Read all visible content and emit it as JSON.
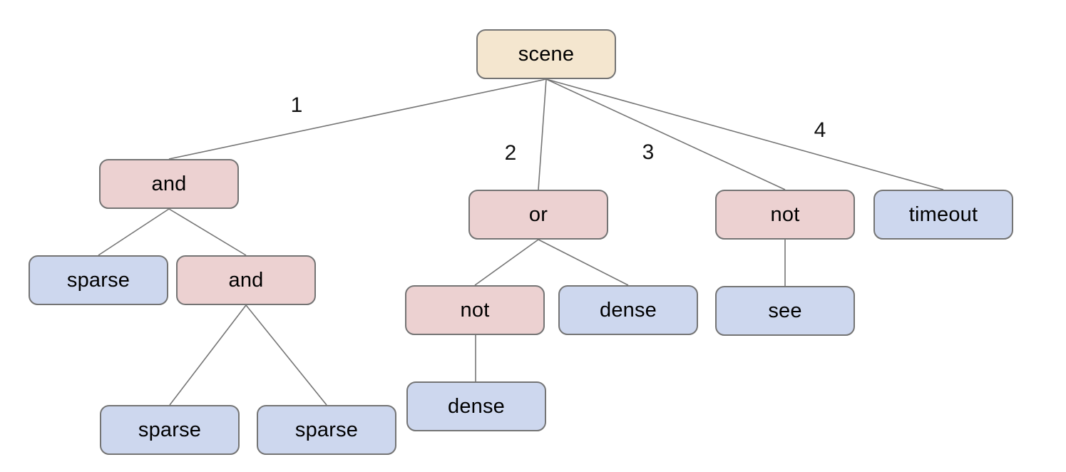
{
  "colors": {
    "root_fill": "#f4e6cf",
    "operator_fill": "#ecd1d1",
    "leaf_fill": "#cdd7ee",
    "node_border": "#747474",
    "edge_line": "#757575",
    "text": "#000000",
    "background": "#ffffff"
  },
  "nodes": {
    "scene": {
      "label": "scene",
      "kind": "root"
    },
    "and1": {
      "label": "and",
      "kind": "operator"
    },
    "or1": {
      "label": "or",
      "kind": "operator"
    },
    "not1": {
      "label": "not",
      "kind": "operator"
    },
    "timeout": {
      "label": "timeout",
      "kind": "leaf"
    },
    "sparse1": {
      "label": "sparse",
      "kind": "leaf"
    },
    "and2": {
      "label": "and",
      "kind": "operator"
    },
    "not2": {
      "label": "not",
      "kind": "operator"
    },
    "dense1": {
      "label": "dense",
      "kind": "leaf"
    },
    "see1": {
      "label": "see",
      "kind": "leaf"
    },
    "sparse2": {
      "label": "sparse",
      "kind": "leaf"
    },
    "sparse3": {
      "label": "sparse",
      "kind": "leaf"
    },
    "dense2": {
      "label": "dense",
      "kind": "leaf"
    }
  },
  "edge_labels": {
    "e1": "1",
    "e2": "2",
    "e3": "3",
    "e4": "4"
  },
  "structure": {
    "scene": [
      "and1",
      "or1",
      "not1",
      "timeout"
    ],
    "and1": [
      "sparse1",
      "and2"
    ],
    "and2": [
      "sparse2",
      "sparse3"
    ],
    "or1": [
      "not2",
      "dense1"
    ],
    "not2": [
      "dense2"
    ],
    "not1": [
      "see1"
    ]
  }
}
